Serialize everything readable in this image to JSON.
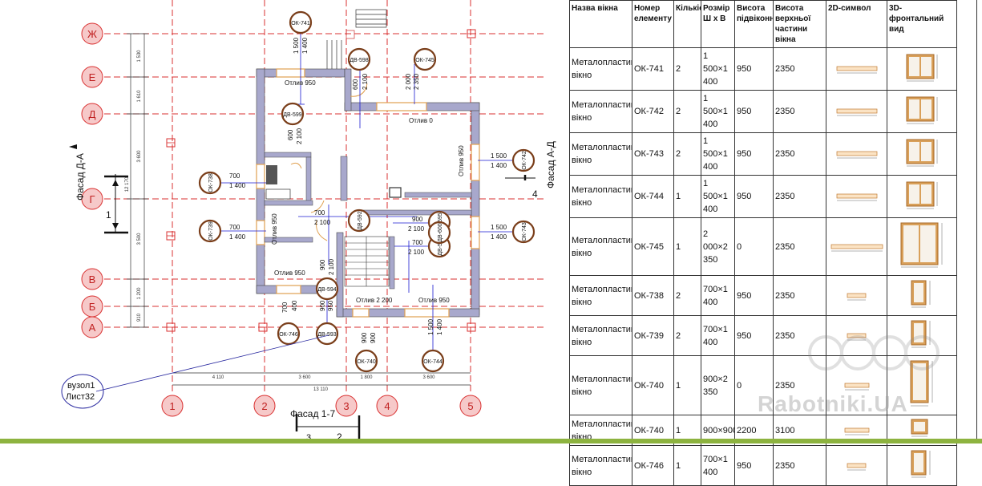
{
  "grid_rows": [
    {
      "label": "Ж"
    },
    {
      "label": "Е"
    },
    {
      "label": "Д"
    },
    {
      "label": "Г"
    },
    {
      "label": "В"
    },
    {
      "label": "Б"
    },
    {
      "label": "А"
    }
  ],
  "grid_cols": [
    {
      "label": "1"
    },
    {
      "label": "2"
    },
    {
      "label": "3"
    },
    {
      "label": "4"
    },
    {
      "label": "5"
    }
  ],
  "dims_left": [
    "1 530",
    "1 610",
    "3 600",
    "12 170",
    "3 500",
    "1 200",
    "910"
  ],
  "dims_bottom": [
    "4 110",
    "3 600",
    "1 800",
    "3 600",
    "13 110"
  ],
  "facades": {
    "left": "Фасад Д-А",
    "right": "Фасад А-Д",
    "bottom": "Фасад 1-7",
    "cut_left": "1",
    "cut_right": "4",
    "cut_bottom_left": "3",
    "cut_bottom_right": "2"
  },
  "detail_callout": {
    "line1": "вузол1",
    "line2": "Лист32"
  },
  "plan_labels": {
    "otliv_950": "Отлив 950",
    "otliv_0": "Отлив 0",
    "otliv_2200": "Отлив 2 200",
    "h600": "600",
    "h2100": "2 100",
    "h2000": "2 000",
    "h2350": "2 350",
    "h1500": "1 500",
    "h1400": "1 400",
    "h700": "700",
    "h900": "900",
    "h400": "400",
    "h950": "950"
  },
  "window_tags": [
    {
      "id": "ОК-741"
    },
    {
      "id": "ОК-745"
    },
    {
      "id": "ДВ-598"
    },
    {
      "id": "ДВ-599"
    },
    {
      "id": "ОК-738"
    },
    {
      "id": "ОК-739"
    },
    {
      "id": "ОК-742"
    },
    {
      "id": "ОК-743"
    },
    {
      "id": "ДВ-592"
    },
    {
      "id": "ДВ-595"
    },
    {
      "id": "ДВ-597"
    },
    {
      "id": "ДВ-594"
    },
    {
      "id": "ОК-746"
    },
    {
      "id": "ДВ-593"
    },
    {
      "id": "ОК-740"
    },
    {
      "id": "ОК-744"
    },
    {
      "id": "ДВ-600"
    }
  ],
  "schedule": {
    "headers": [
      "Назва вікна",
      "Номер елементу",
      "Кількість",
      "Розмір Ш х В",
      "Висота підвіконня",
      "Висота верхньої частини вікна",
      "2D-символ",
      "3D-фронтальний вид"
    ],
    "rows": [
      {
        "name": "Металопластикове вікно",
        "id": "ОК-741",
        "qty": "2",
        "size": "1 500×1 400",
        "sill": "950",
        "top": "2350",
        "w2d": "1 500",
        "kind": "double"
      },
      {
        "name": "Металопластикове вікно",
        "id": "ОК-742",
        "qty": "2",
        "size": "1 500×1 400",
        "sill": "950",
        "top": "2350",
        "w2d": "1 500",
        "kind": "double"
      },
      {
        "name": "Металопластикове вікно",
        "id": "ОК-743",
        "qty": "2",
        "size": "1 500×1 400",
        "sill": "950",
        "top": "2350",
        "w2d": "1 500",
        "kind": "double"
      },
      {
        "name": "Металопластикове вікно",
        "id": "ОК-744",
        "qty": "1",
        "size": "1 500×1 400",
        "sill": "950",
        "top": "2350",
        "w2d": "1 500",
        "kind": "double"
      },
      {
        "name": "Металопластикове вікно",
        "id": "ОК-745",
        "qty": "1",
        "size": "2 000×2 350",
        "sill": "0",
        "top": "2350",
        "w2d": "2 000",
        "kind": "door2"
      },
      {
        "name": "Металопластикове вікно",
        "id": "ОК-738",
        "qty": "2",
        "size": "700×1 400",
        "sill": "950",
        "top": "2350",
        "w2d": "700",
        "kind": "single"
      },
      {
        "name": "Металопластикове вікно",
        "id": "ОК-739",
        "qty": "2",
        "size": "700×1 400",
        "sill": "950",
        "top": "2350",
        "w2d": "700",
        "kind": "single"
      },
      {
        "name": "Металопластикове вікно",
        "id": "ОК-740",
        "qty": "1",
        "size": "900×2 350",
        "sill": "0",
        "top": "2350",
        "w2d": "900",
        "kind": "door1"
      },
      {
        "name": "Металопластикове вікно",
        "id": "ОК-740",
        "qty": "1",
        "size": "900×900",
        "sill": "2200",
        "top": "3100",
        "w2d": "900",
        "kind": "small"
      },
      {
        "name": "Металопластикове вікно",
        "id": "ОК-746",
        "qty": "1",
        "size": "700×1 400",
        "sill": "950",
        "top": "2350",
        "w2d": "700",
        "kind": "single"
      }
    ]
  },
  "watermark": "Rabotniki.UA",
  "colors": {
    "grid": "#d93030",
    "grid_bubble_fill": "#f6c9c9",
    "wall": "#a8a8cc",
    "tag_ring": "#7a3e1a",
    "window_frame": "#e0a050",
    "dim_line": "#1a1ad0",
    "green_bar": "#8db33f"
  }
}
